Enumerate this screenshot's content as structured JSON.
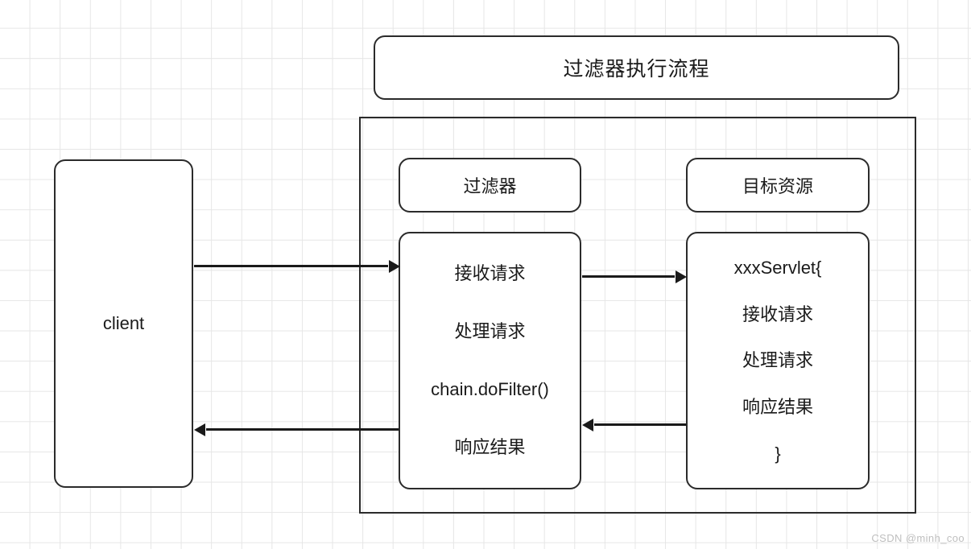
{
  "diagram": {
    "title": "过滤器执行流程",
    "watermark": "CSDN @minh_coo",
    "accent_color": "#2b2b2b",
    "grid_color": "#e6e6e6",
    "background_color": "#ffffff",
    "client": {
      "label": "client"
    },
    "filter_column": {
      "header": "过滤器",
      "steps": [
        "接收请求",
        "处理请求",
        "chain.doFilter()",
        "响应结果"
      ]
    },
    "resource_column": {
      "header": "目标资源",
      "steps": [
        "xxxServlet{",
        "接收请求",
        "处理请求",
        "响应结果",
        "}"
      ]
    },
    "arrows": [
      {
        "name": "client-to-filter",
        "direction": "right",
        "from": "client",
        "to": "filter"
      },
      {
        "name": "filter-to-servlet",
        "direction": "right",
        "from": "filter",
        "to": "servlet"
      },
      {
        "name": "servlet-to-filter",
        "direction": "left",
        "from": "servlet",
        "to": "filter"
      },
      {
        "name": "filter-to-client",
        "direction": "left",
        "from": "filter",
        "to": "client"
      }
    ]
  }
}
